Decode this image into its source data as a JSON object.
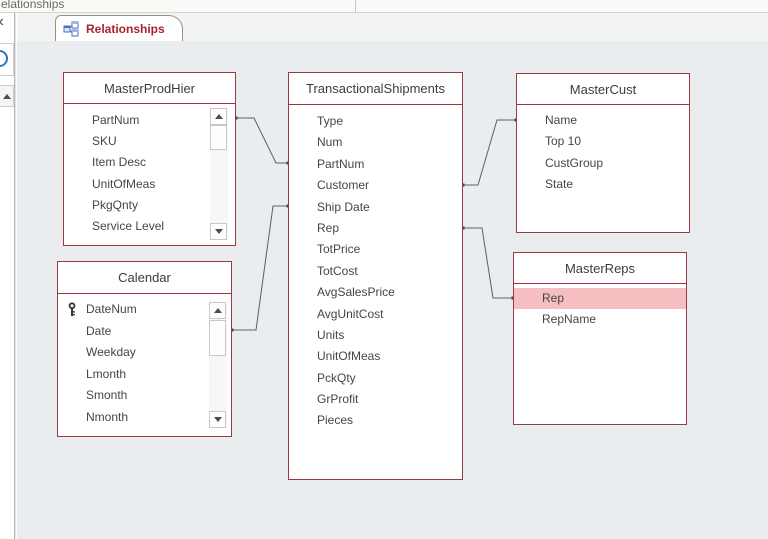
{
  "ribbon": {
    "partial_label": "elationships"
  },
  "nav_pane": {
    "shutter_icon": "chevrons-left-icon",
    "search_icon": "magnifier-circle-icon",
    "scroll_up_icon": "triangle-up-icon"
  },
  "tab_bar": {
    "active_tab": {
      "label": "Relationships",
      "icon": "relationships-diagram-icon"
    }
  },
  "relationship_canvas": {
    "tables": [
      {
        "title": "MasterProdHier",
        "fields": [
          "PartNum",
          "SKU",
          "Item Desc",
          "UnitOfMeas",
          "PkgQnty",
          "Service Level"
        ],
        "scrollbar": true
      },
      {
        "title": "Calendar",
        "fields": [
          "DateNum",
          "Date",
          "Weekday",
          "Lmonth",
          "Smonth",
          "Nmonth"
        ],
        "primary_key_field": "DateNum",
        "scrollbar": true
      },
      {
        "title": "TransactionalShipments",
        "fields": [
          "Type",
          "Num",
          "PartNum",
          "Customer",
          "Ship Date",
          "Rep",
          "TotPrice",
          "TotCost",
          "AvgSalesPrice",
          "AvgUnitCost",
          "Units",
          "UnitOfMeas",
          "PckQty",
          "GrProfit",
          "Pieces"
        ],
        "scrollbar": false
      },
      {
        "title": "MasterCust",
        "fields": [
          "Name",
          "Top 10",
          "CustGroup",
          "State"
        ],
        "scrollbar": false
      },
      {
        "title": "MasterReps",
        "fields": [
          "Rep",
          "RepName"
        ],
        "selected_field": "Rep",
        "scrollbar": false
      }
    ],
    "relationships": [
      {
        "from_table": "MasterProdHier",
        "from_field": "PartNum",
        "to_table": "TransactionalShipments",
        "to_field": "PartNum"
      },
      {
        "from_table": "Calendar",
        "from_field": "Date",
        "to_table": "TransactionalShipments",
        "to_field": "Ship Date"
      },
      {
        "from_table": "TransactionalShipments",
        "from_field": "Customer",
        "to_table": "MasterCust",
        "to_field": "Name"
      },
      {
        "from_table": "TransactionalShipments",
        "from_field": "Rep",
        "to_table": "MasterReps",
        "to_field": "Rep"
      }
    ]
  },
  "colors": {
    "canvas_bg": "#e9edf0",
    "table_border": "#993b3f",
    "title_rule": "#a23338",
    "selected_row_bg": "#f5bfc2",
    "tab_label": "#a8232e",
    "relationship_line": "#5f5f5f"
  }
}
